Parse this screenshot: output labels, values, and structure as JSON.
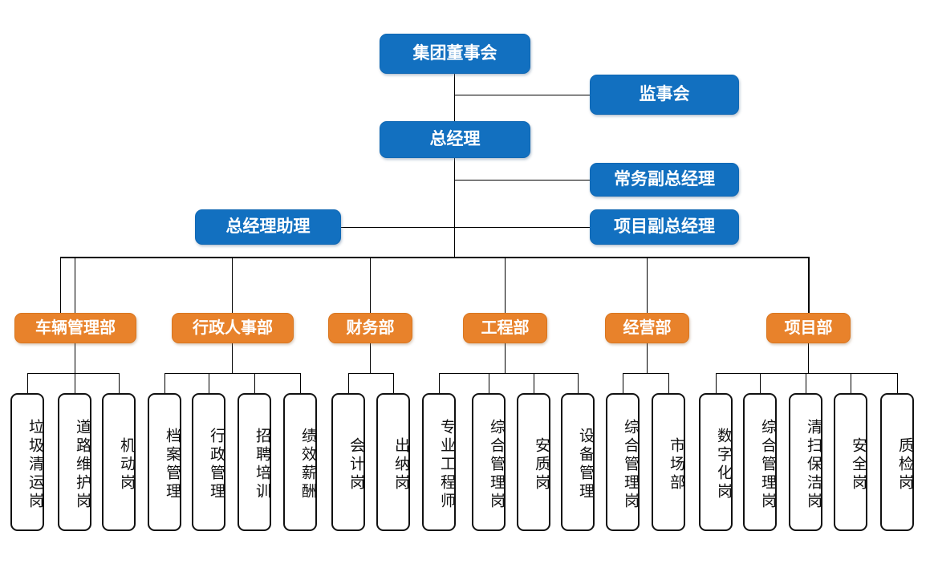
{
  "chart_data": {
    "type": "diagram",
    "title": "",
    "colors": {
      "executive_box": "#1270C0",
      "department_box": "#E8822B",
      "position_box": "#FFFFFF",
      "position_border": "#111111",
      "line": "#000000",
      "text_on_fill": "#FFFFFF",
      "text_on_white": "#111111"
    },
    "levels": [
      "executive",
      "department",
      "position"
    ]
  },
  "executives": {
    "board": "集团董事会",
    "supervisory_board": "监事会",
    "general_manager": "总经理",
    "executive_deputy_gm": "常务副总经理",
    "project_deputy_gm": "项目副总经理",
    "gm_assistant": "总经理助理"
  },
  "departments": [
    {
      "name": "车辆管理部",
      "positions": [
        "垃圾清运岗",
        "道路维护岗",
        "机动岗"
      ]
    },
    {
      "name": "行政人事部",
      "positions": [
        "档案管理",
        "行政管理",
        "招聘培训",
        "绩效薪酬"
      ]
    },
    {
      "name": "财务部",
      "positions": [
        "会计岗",
        "出纳岗"
      ]
    },
    {
      "name": "工程部",
      "positions": [
        "专业工程师",
        "综合管理岗",
        "安质岗",
        "设备管理"
      ]
    },
    {
      "name": "经营部",
      "positions": [
        "综合管理岗",
        "市场部"
      ]
    },
    {
      "name": "项目部",
      "positions": [
        "数字化岗",
        "综合管理岗",
        "清扫保洁岗",
        "安全岗",
        "质检岗"
      ]
    }
  ]
}
